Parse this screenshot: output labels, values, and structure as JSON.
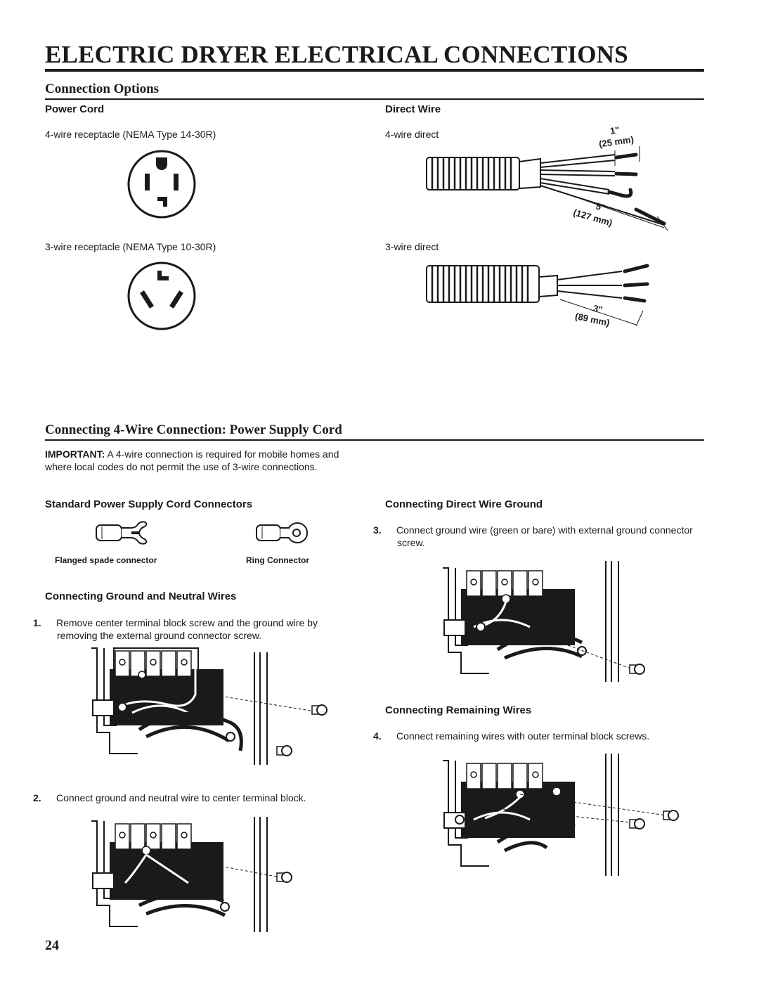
{
  "page": {
    "title": "ELECTRIC DRYER ELECTRICAL CONNECTIONS",
    "page_number": "24"
  },
  "connection_options": {
    "heading": "Connection Options",
    "power_cord": {
      "heading": "Power Cord",
      "four_wire_label": "4-wire receptacle (NEMA Type 14-30R)",
      "three_wire_label": "3-wire receptacle (NEMA Type 10-30R)"
    },
    "direct_wire": {
      "heading": "Direct Wire",
      "four_wire_label": "4-wire direct",
      "three_wire_label": "3-wire direct",
      "dim_1_in": "1\"",
      "dim_1_mm": "(25 mm)",
      "dim_5_in": "5\"",
      "dim_5_mm": "(127 mm)",
      "dim_3_in": "3\"",
      "dim_3_mm": "(89 mm)"
    }
  },
  "four_wire_section": {
    "heading": "Connecting 4-Wire Connection: Power Supply Cord",
    "important_label": "IMPORTANT:",
    "important_text": " A 4-wire connection is required for mobile homes and where local codes do not permit the use of 3-wire connections.",
    "connectors": {
      "heading": "Standard Power Supply Cord Connectors",
      "flanged_caption": "Flanged spade connector",
      "ring_caption": "Ring Connector"
    },
    "ground_neutral": {
      "heading": "Connecting Ground and Neutral Wires",
      "step1_num": "1.",
      "step1_text": "Remove center terminal block screw and the ground wire by removing the external ground connector screw.",
      "step2_num": "2.",
      "step2_text": "Connect ground and neutral wire to center terminal block."
    },
    "direct_ground": {
      "heading": "Connecting Direct Wire Ground",
      "step3_num": "3.",
      "step3_text": "Connect ground wire (green or bare) with external ground connector screw."
    },
    "remaining": {
      "heading": "Connecting Remaining Wires",
      "step4_num": "4.",
      "step4_text": "Connect remaining wires with outer terminal block screws."
    }
  }
}
